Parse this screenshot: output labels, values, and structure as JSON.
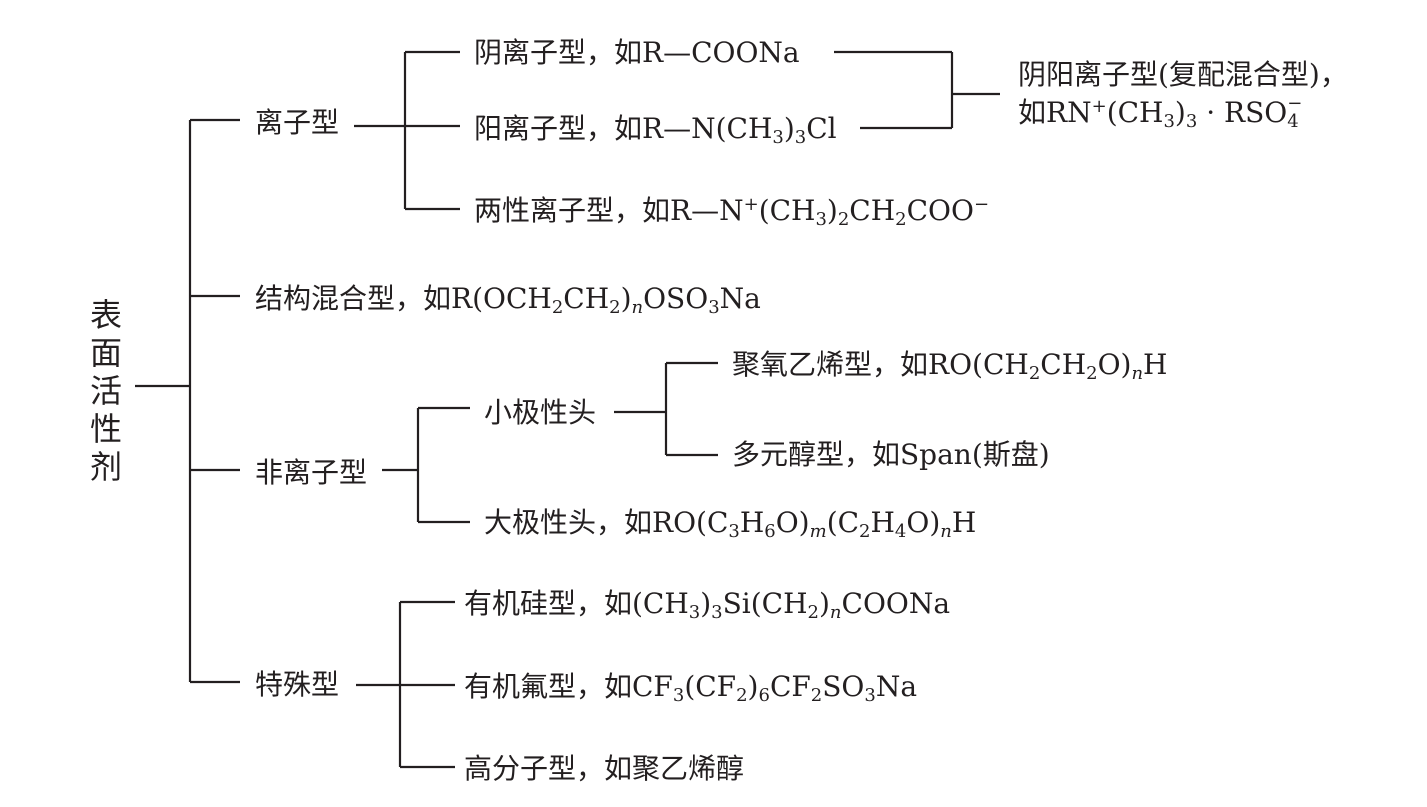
{
  "root": {
    "label": "表面活性剂"
  },
  "ionic": {
    "label": "离子型",
    "anionic": {
      "name": "阴离子型，如R",
      "formula": "—COONa"
    },
    "cationic": {
      "name": "阳离子型，如R",
      "formula": "—N(CH",
      "sub1": "3",
      "tail": ")",
      "sub2": "3",
      "end": "Cl"
    },
    "amphoteric": {
      "name": "两性离子型，如R",
      "f1": "—N",
      "sup1": "+",
      "f2": "(CH",
      "s1": "3",
      "f3": ")",
      "s2": "2",
      "f4": "CH",
      "s3": "2",
      "f5": "COO",
      "sup2": "−"
    },
    "mixed": {
      "line1": "阴阳离子型(复配混合型)，",
      "p1": "如RN",
      "sup1": "+",
      "p2": "(CH",
      "s1": "3",
      "p3": ")",
      "s2": "3",
      "p4": " · RSO",
      "sub": "4",
      "sup": "−"
    }
  },
  "structural_mixed": {
    "name": "结构混合型，如R(OCH",
    "s1": "2",
    "p2": "CH",
    "s2": "2",
    "p3": ")",
    "n": "n",
    "p4": "OSO",
    "s3": "3",
    "p5": "Na"
  },
  "nonionic": {
    "label": "非离子型",
    "small_head": {
      "label": "小极性头",
      "peo": {
        "name": "聚氧乙烯型，如RO(CH",
        "s1": "2",
        "p2": "CH",
        "s2": "2",
        "p3": "O)",
        "n": "n",
        "p4": "H"
      },
      "polyol": {
        "name": "多元醇型，如Span(斯盘)"
      }
    },
    "large_head": {
      "name": "大极性头，如RO(C",
      "s1": "3",
      "p2": "H",
      "s2": "6",
      "p3": "O)",
      "m": "m",
      "p4": "(C",
      "s3": "2",
      "p5": "H",
      "s4": "4",
      "p6": "O)",
      "n": "n",
      "p7": "H"
    }
  },
  "special": {
    "label": "特殊型",
    "silicone": {
      "name": "有机硅型，如(CH",
      "s1": "3",
      "p2": ")",
      "s2": "3",
      "p3": "Si(CH",
      "s3": "2",
      "p4": ")",
      "n": "n",
      "p5": "COONa"
    },
    "fluoro": {
      "name": "有机氟型，如CF",
      "s1": "3",
      "p2": "(CF",
      "s2": "2",
      "p3": ")",
      "s3": "6",
      "p4": "CF",
      "s4": "2",
      "p5": "SO",
      "s5": "3",
      "p6": "Na"
    },
    "polymer": {
      "name": "高分子型，如聚乙烯醇"
    }
  },
  "colors": {
    "ink": "#231f20"
  }
}
